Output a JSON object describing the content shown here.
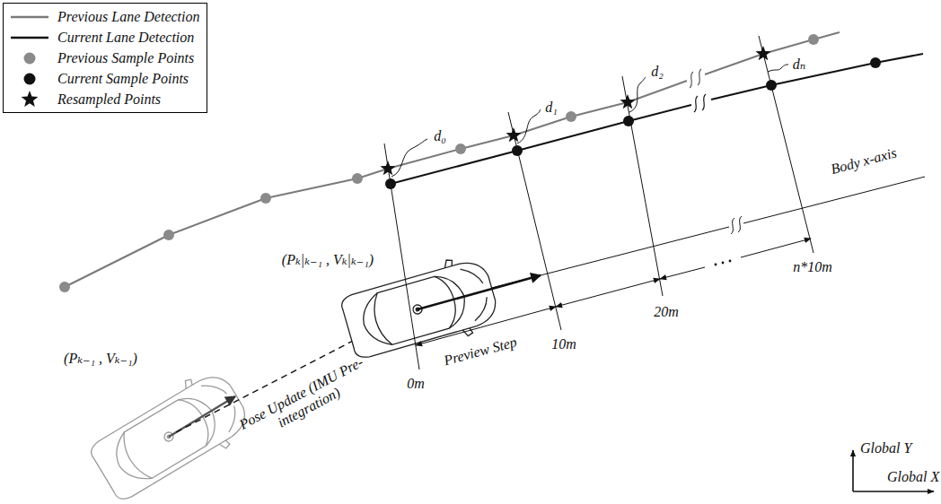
{
  "diagram": {
    "labels": [
      "d₀",
      "d₁",
      "d₂",
      "dₙ",
      "(Pₖ₋₁ , Vₖ₋₁)",
      "(Pₖ|ₖ₋₁ , Vₖ|ₖ₋₁)",
      "Pose Update (IMU Pre-integration)",
      "Preview Step",
      "0m",
      "10m",
      "20m",
      "n*10m",
      "Body x-axis",
      "Global Y",
      "Global X"
    ],
    "legend": [
      {
        "text": "Previous Lane Detection"
      },
      {
        "text": "Current Lane Detection"
      },
      {
        "text": "Previous Sample Points"
      },
      {
        "text": "Current Sample Points"
      },
      {
        "text": "Resampled Points"
      }
    ]
  }
}
